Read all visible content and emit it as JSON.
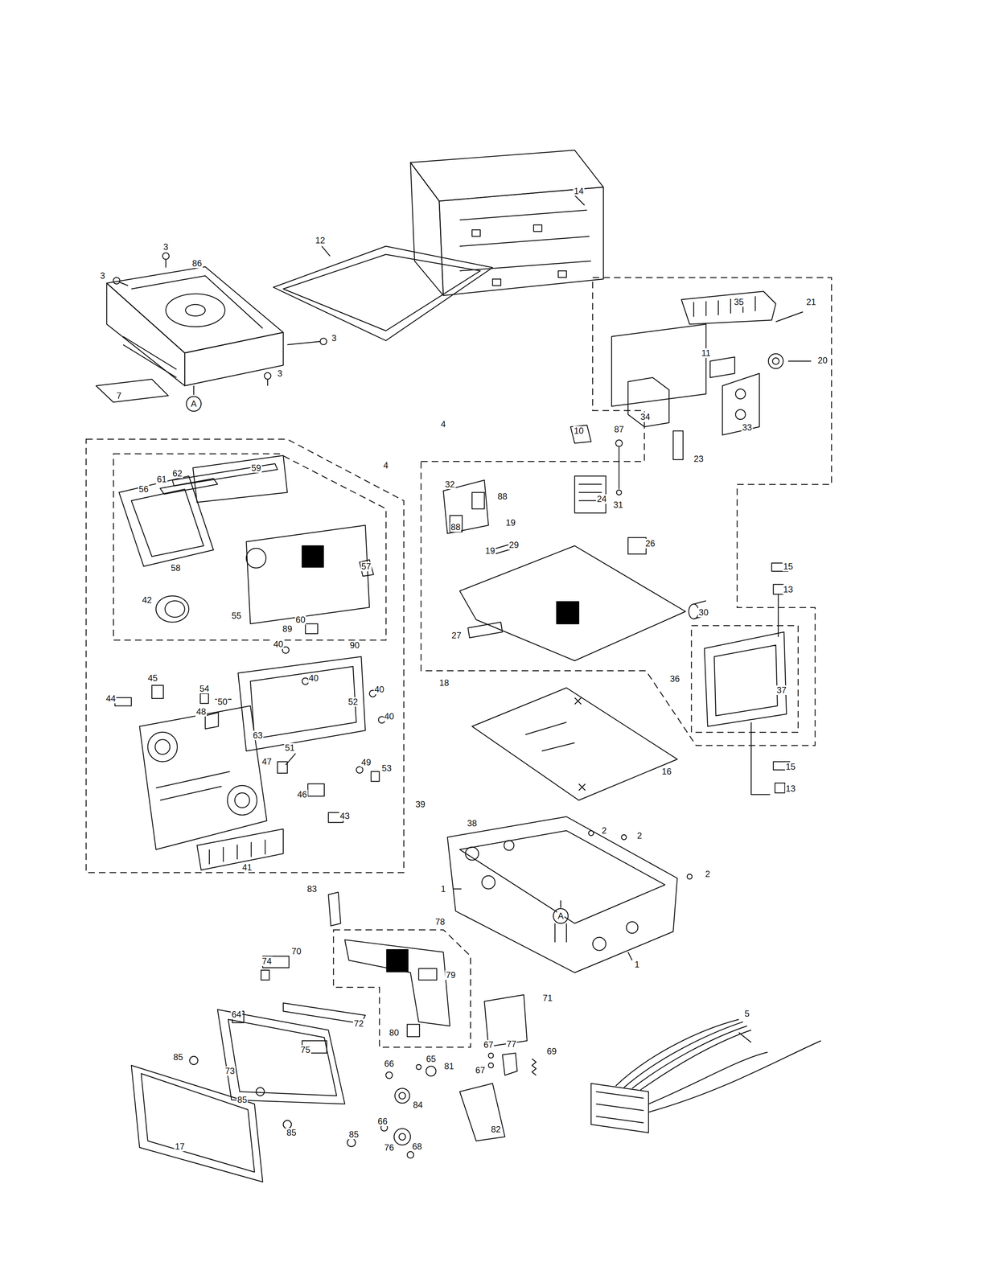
{
  "diagram": {
    "nodes": [
      {
        "text": [
          "39"
        ]
      },
      {
        "text": [
          "55"
        ],
        "in": 0
      },
      {
        "text": [
          "18"
        ]
      },
      {
        "text": [
          "36"
        ],
        "in": 2
      },
      {
        "text": [
          "78"
        ]
      }
    ],
    "labels": [
      "14",
      "12",
      "3",
      "3",
      "86",
      "3",
      "3",
      "7",
      "A",
      "35",
      "21",
      "20",
      "11",
      "34",
      "33",
      "23",
      "87",
      "31",
      "10",
      "24",
      "4",
      "4",
      "32",
      "88",
      "88",
      "19",
      "19",
      "29",
      "26",
      "27",
      "30",
      "15",
      "13",
      "37",
      "15",
      "13",
      "16",
      "62",
      "59",
      "61",
      "56",
      "58",
      "57",
      "42",
      "60",
      "89",
      "90",
      "40",
      "40",
      "45",
      "54",
      "50",
      "48",
      "52",
      "40",
      "40",
      "44",
      "63",
      "51",
      "47",
      "49",
      "53",
      "46",
      "43",
      "41",
      "38",
      "2",
      "2",
      "2",
      "1",
      "A",
      "1",
      "83",
      "79",
      "70",
      "74",
      "71",
      "64",
      "72",
      "80",
      "85",
      "75",
      "73",
      "67",
      "77",
      "69",
      "65",
      "66",
      "81",
      "67",
      "85",
      "84",
      "85",
      "85",
      "66",
      "76",
      "68",
      "82",
      "17",
      "5"
    ]
  }
}
